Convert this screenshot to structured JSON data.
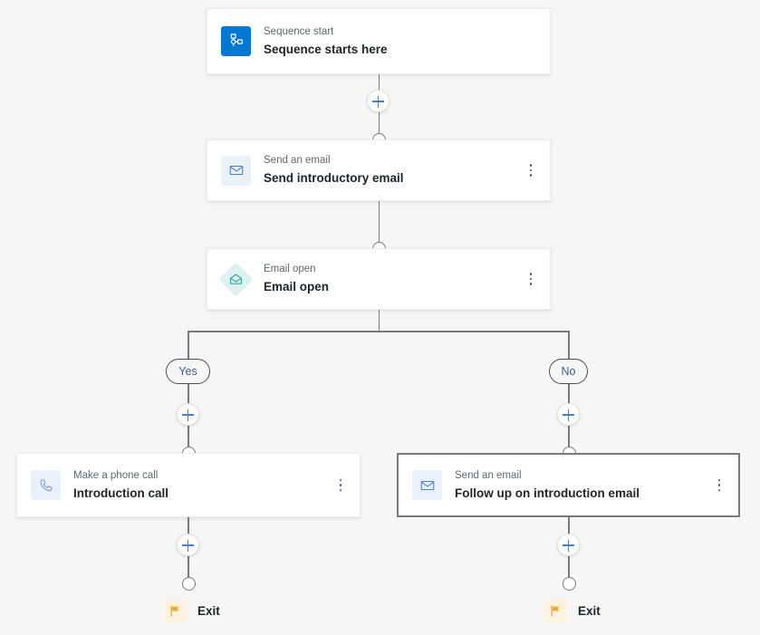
{
  "canvas": {
    "background_color": "#f6f6f6",
    "accent_color": "#0078d4",
    "line_color": "#7a7a7a",
    "plus_color": "#3b82dd",
    "selection_border_color": "#7a7a7a",
    "flag_color": "#f2a93b"
  },
  "nodes": {
    "sequence_start": {
      "subtitle": "Sequence start",
      "title": "Sequence starts here",
      "icon": "sequence-start-icon"
    },
    "send_intro_email": {
      "subtitle": "Send an email",
      "title": "Send introductory email",
      "icon": "envelope-icon",
      "menu": "more-options-icon"
    },
    "email_open": {
      "subtitle": "Email open",
      "title": "Email open",
      "icon": "email-open-icon",
      "menu": "more-options-icon"
    },
    "intro_call": {
      "subtitle": "Make a phone call",
      "title": "Introduction call",
      "icon": "phone-icon",
      "menu": "more-options-icon"
    },
    "follow_up_email": {
      "subtitle": "Send an email",
      "title": "Follow up on introduction email",
      "icon": "envelope-icon",
      "menu": "more-options-icon",
      "selected": true
    }
  },
  "branches": {
    "yes_label": "Yes",
    "no_label": "No"
  },
  "exits": {
    "left_label": "Exit",
    "right_label": "Exit",
    "icon": "flag-icon"
  },
  "add_buttons": {
    "label": "+",
    "count": 5
  }
}
